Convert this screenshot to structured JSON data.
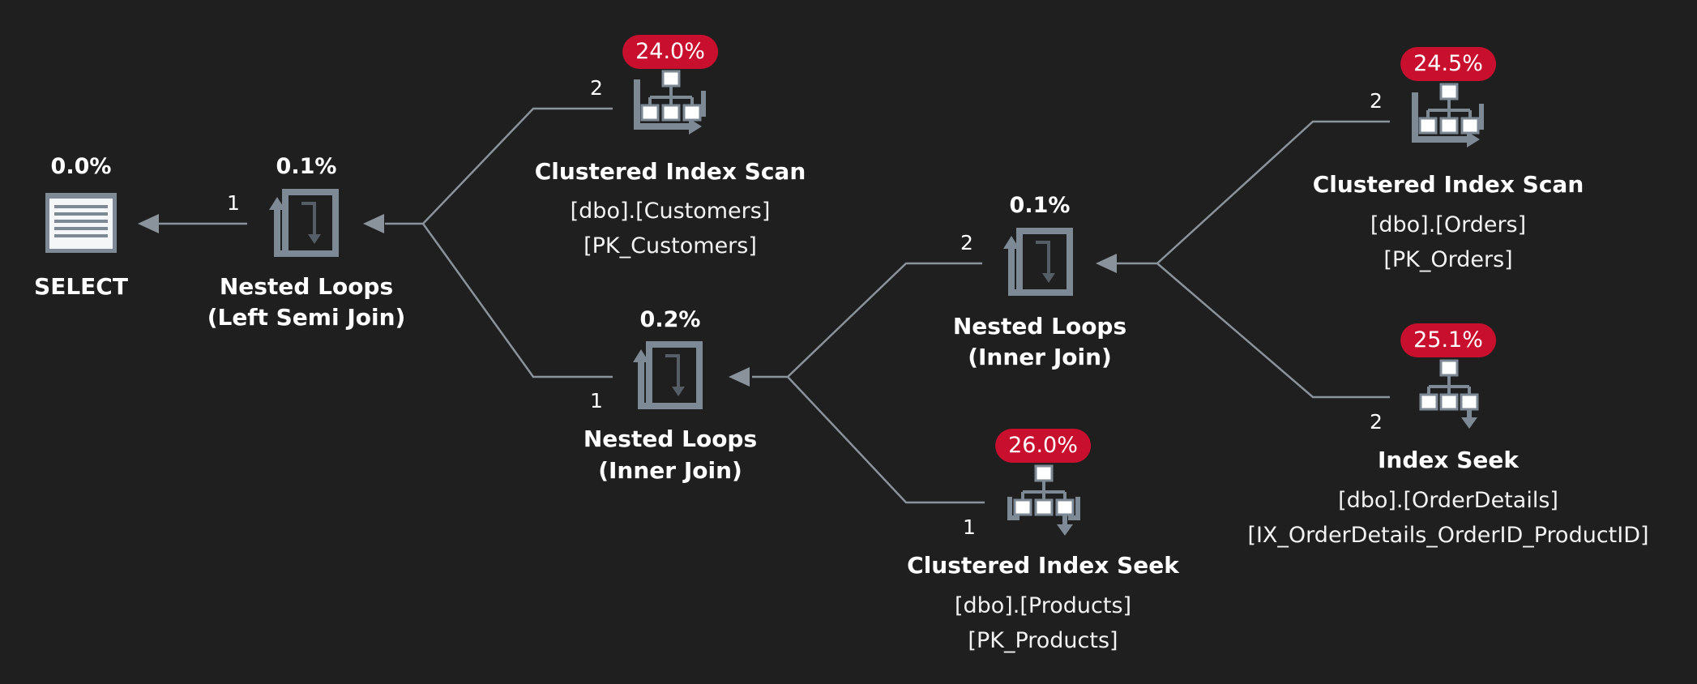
{
  "colors": {
    "background": "#1f1f20",
    "badge": "#c8102e",
    "icon": "#7d8a96",
    "wire": "#8a939b"
  },
  "nodes": {
    "select": {
      "cost": "0.0%",
      "title": "SELECT"
    },
    "nl_semi": {
      "cost": "0.1%",
      "title": "Nested Loops",
      "subtitle": "(Left Semi Join)"
    },
    "scan_customers": {
      "cost": "24.0%",
      "title": "Clustered Index Scan",
      "object": "[dbo].[Customers]",
      "index": "[PK_Customers]"
    },
    "nl_inner_1": {
      "cost": "0.2%",
      "title": "Nested Loops",
      "subtitle": "(Inner Join)"
    },
    "nl_inner_2": {
      "cost": "0.1%",
      "title": "Nested Loops",
      "subtitle": "(Inner Join)"
    },
    "scan_orders": {
      "cost": "24.5%",
      "title": "Clustered Index Scan",
      "object": "[dbo].[Orders]",
      "index": "[PK_Orders]"
    },
    "seek_orderdetails": {
      "cost": "25.1%",
      "title": "Index Seek",
      "object": "[dbo].[OrderDetails]",
      "index": "[IX_OrderDetails_OrderID_ProductID]"
    },
    "seek_products": {
      "cost": "26.0%",
      "title": "Clustered Index Seek",
      "object": "[dbo].[Products]",
      "index": "[PK_Products]"
    }
  },
  "edges": {
    "select_nl": "1",
    "nl_customers": "2",
    "nl_inner1": "1",
    "inner1_inner2": "2",
    "inner1_products": "1",
    "inner2_orders": "2",
    "inner2_orderdetails": "2"
  }
}
